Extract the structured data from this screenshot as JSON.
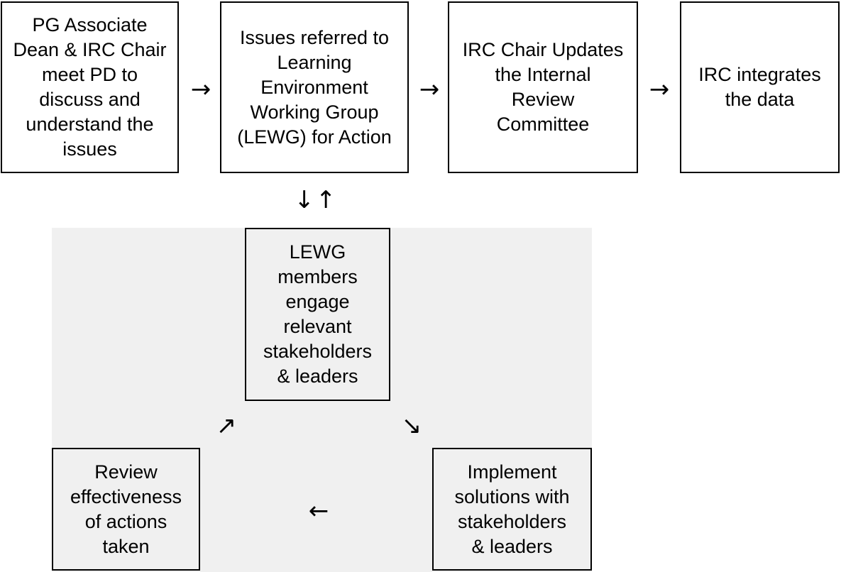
{
  "colors": {
    "background": "#ffffff",
    "border": "#000000",
    "cycle_background": "#f0f0f0",
    "cycle_box": "#f0f0f0"
  },
  "top_row": {
    "steps": [
      {
        "text": "PG Associate\nDean & IRC Chair\nmeet PD to\ndiscuss and\nunderstand the\nissues"
      },
      {
        "text": "Issues referred to\nLearning\nEnvironment\nWorking Group\n(LEWG) for Action"
      },
      {
        "text": "IRC Chair Updates\nthe Internal\nReview\nCommittee"
      },
      {
        "text": "IRC integrates\nthe data"
      }
    ],
    "arrow_glyph": "→"
  },
  "bidirectional_arrow": {
    "glyph": "↓↑"
  },
  "cycle": {
    "engage": {
      "text": "LEWG\nmembers\nengage\nrelevant\nstakeholders\n& leaders"
    },
    "implement": {
      "text": "Implement\nsolutions with\nstakeholders\n& leaders"
    },
    "review": {
      "text": "Review\neffectiveness\nof actions\ntaken"
    },
    "arrow_to_implement": "↘",
    "arrow_to_review": "←",
    "arrow_to_engage": "↗"
  }
}
